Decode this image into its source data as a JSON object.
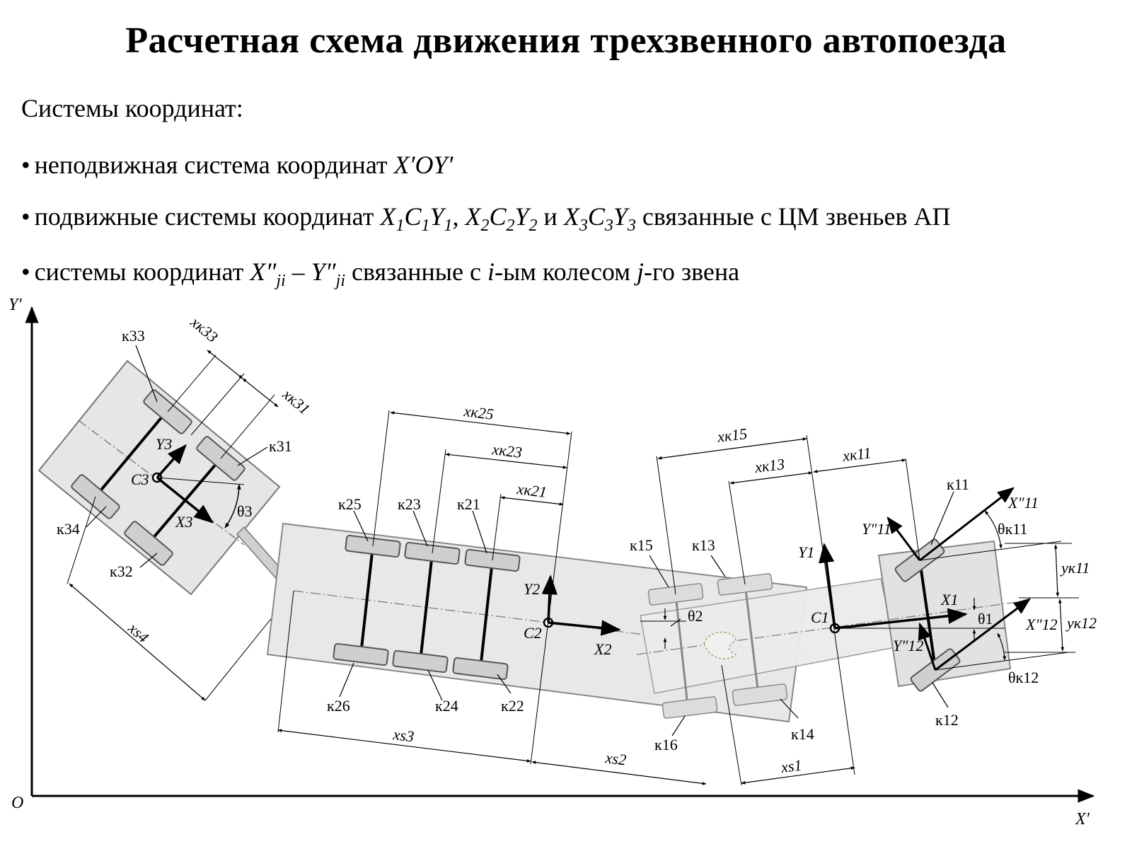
{
  "title": "Расчетная схема движения трехзвенного автопоезда",
  "intro": "Системы координат:",
  "bullets": {
    "b1": {
      "text": "неподвижная система координат ",
      "math": "X′OY′"
    },
    "b2": {
      "text": "подвижные системы координат ",
      "conj": " и ",
      "tail": " связанные с ЦМ звеньев АП"
    },
    "b3": {
      "text": "системы координат ",
      "tail_a": " связанные с ",
      "i": "i",
      "tail_b": "-ым колесом ",
      "j": "j",
      "tail_c": "-го звена"
    }
  },
  "axes": {
    "y": "Y′",
    "x": "X′",
    "origin": "O"
  },
  "labels": {
    "k33": "к33",
    "k31": "к31",
    "k34": "к34",
    "k32": "к32",
    "k25": "к25",
    "k23": "к23",
    "k21": "к21",
    "k26": "к26",
    "k24": "к24",
    "k22": "к22",
    "k15": "к15",
    "k13": "к13",
    "k16": "к16",
    "k14": "к14",
    "k11": "к11",
    "k12": "к12",
    "xk33": "xк33",
    "xk31": "xк31",
    "xk25": "xк25",
    "xk23": "xк23",
    "xk21": "xк21",
    "xk15": "xк15",
    "xk13": "xк13",
    "xk11": "xк11",
    "xs4": "xs4",
    "xs3": "xs3",
    "xs2": "xs2",
    "xs1": "xs1",
    "C3": "C3",
    "Y3": "Y3",
    "X3": "X3",
    "th3": "θ3",
    "C2": "C2",
    "Y2": "Y2",
    "X2": "X2",
    "th2": "θ2",
    "C1": "C1",
    "Y1": "Y1",
    "X1": "X1",
    "th1": "θ1",
    "X11": "X″11",
    "Y11": "Y″11",
    "X12": "X″12",
    "Y12": "Y″12",
    "thk11": "θк11",
    "thk12": "θк12",
    "yk11": "yк11",
    "yk12": "yк12"
  }
}
